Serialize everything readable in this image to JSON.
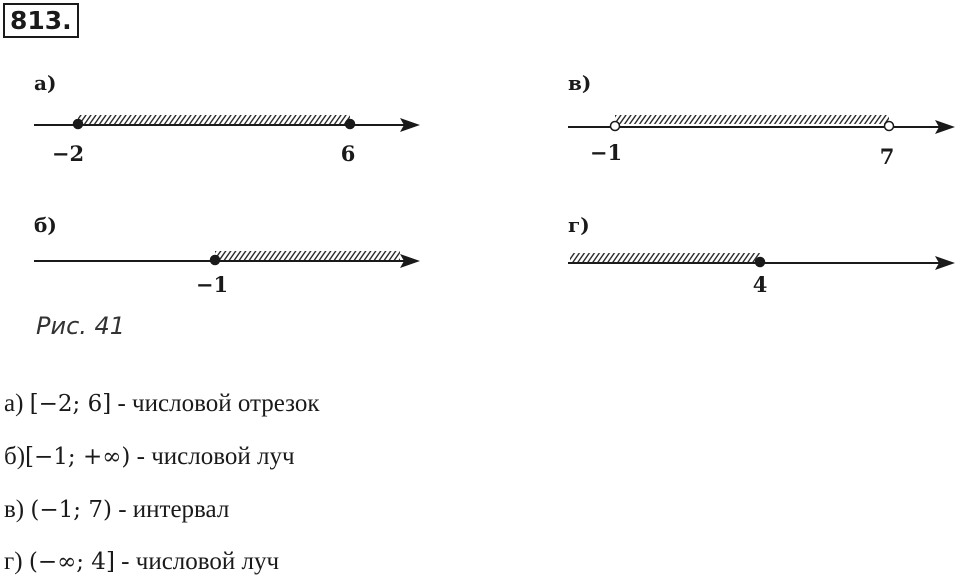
{
  "problem": {
    "number": "813."
  },
  "figure": {
    "caption": "Рис. 41",
    "lines": [
      {
        "id": "a",
        "label": "а)",
        "points": [
          {
            "value": -2,
            "label": "−2",
            "filled": true
          },
          {
            "value": 6,
            "label": "6",
            "filled": true
          }
        ],
        "shade": "between"
      },
      {
        "id": "b",
        "label": "б)",
        "points": [
          {
            "value": -1,
            "label": "−1",
            "filled": true
          }
        ],
        "shade": "right"
      },
      {
        "id": "v",
        "label": "в)",
        "points": [
          {
            "value": -1,
            "label": "−1",
            "filled": false
          },
          {
            "value": 7,
            "label": "7",
            "filled": false
          }
        ],
        "shade": "between"
      },
      {
        "id": "g",
        "label": "г)",
        "points": [
          {
            "value": 4,
            "label": "4",
            "filled": true
          }
        ],
        "shade": "left"
      }
    ]
  },
  "answers": [
    {
      "prefix": "а) ",
      "interval": "[−2; 6]",
      "text": " - числовой отрезок"
    },
    {
      "prefix": "б)",
      "interval": "[−1; +∞)",
      "text": " - числовой луч"
    },
    {
      "prefix": "в) ",
      "interval": "(−1; 7)",
      "text": " - интервал"
    },
    {
      "prefix": "г) ",
      "interval": "(−∞; 4]",
      "text": " - числовой луч"
    }
  ]
}
